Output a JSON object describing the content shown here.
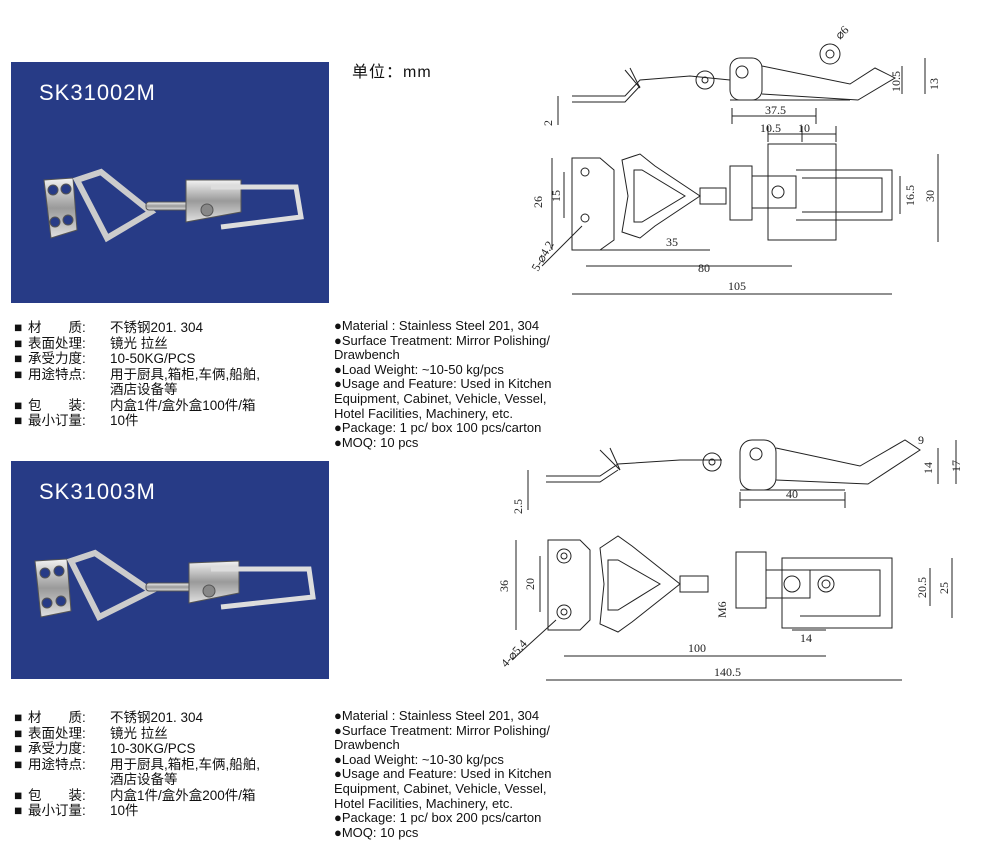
{
  "unit_label": "单位：mm",
  "products": [
    {
      "code": "SK31002M",
      "cn_specs": [
        {
          "key": "材　　质:",
          "value": "不锈钢201. 304"
        },
        {
          "key": "表面处理:",
          "value": "镜光 拉丝"
        },
        {
          "key": "承受力度:",
          "value": "10-50KG/PCS"
        },
        {
          "key": "用途特点:",
          "value": "用于厨具,箱柜,车俩,船舶,"
        },
        {
          "key": "",
          "value": "酒店设备等"
        },
        {
          "key": "包　　装:",
          "value": "内盒1件/盒外盒100件/箱"
        },
        {
          "key": "最小订量:",
          "value": "10件"
        }
      ],
      "en_specs": [
        "●Material : Stainless Steel 201, 304",
        "●Surface Treatment: Mirror Polishing/",
        "Drawbench",
        "●Load Weight: ~10-50 kg/pcs",
        "●Usage and Feature: Used in Kitchen",
        "Equipment, Cabinet, Vehicle, Vessel,",
        "Hotel Facilities, Machinery, etc.",
        "●Package: 1 pc/ box  100 pcs/carton",
        "●MOQ: 10 pcs"
      ],
      "dims": {
        "side": [
          "⌀6",
          "10.5",
          "13",
          "2",
          "37.5"
        ],
        "top": [
          "10.5",
          "10",
          "26",
          "15",
          "16.5",
          "30",
          "5-⌀4.2",
          "35",
          "80",
          "105"
        ]
      }
    },
    {
      "code": "SK31003M",
      "cn_specs": [
        {
          "key": "材　　质:",
          "value": "不锈钢201. 304"
        },
        {
          "key": "表面处理:",
          "value": "镜光 拉丝"
        },
        {
          "key": "承受力度:",
          "value": "10-30KG/PCS"
        },
        {
          "key": "用途特点:",
          "value": "用于厨具,箱柜,车俩,船舶,"
        },
        {
          "key": "",
          "value": "酒店设备等"
        },
        {
          "key": "包　　装:",
          "value": "内盒1件/盒外盒200件/箱"
        },
        {
          "key": "最小订量:",
          "value": "10件"
        }
      ],
      "en_specs": [
        "●Material : Stainless Steel 201, 304",
        "●Surface Treatment: Mirror Polishing/",
        "Drawbench",
        "●Load Weight: ~10-30 kg/pcs",
        "●Usage and Feature: Used in Kitchen",
        "Equipment, Cabinet, Vehicle, Vessel,",
        "Hotel Facilities, Machinery, etc.",
        "●Package: 1 pc/ box  200 pcs/carton",
        "●MOQ: 10 pcs"
      ],
      "dims": {
        "side": [
          "9",
          "14",
          "17",
          "2.5",
          "40"
        ],
        "top": [
          "36",
          "20",
          "M6",
          "20.5",
          "25",
          "14",
          "4-⌀5.4",
          "100",
          "140.5"
        ]
      }
    }
  ]
}
